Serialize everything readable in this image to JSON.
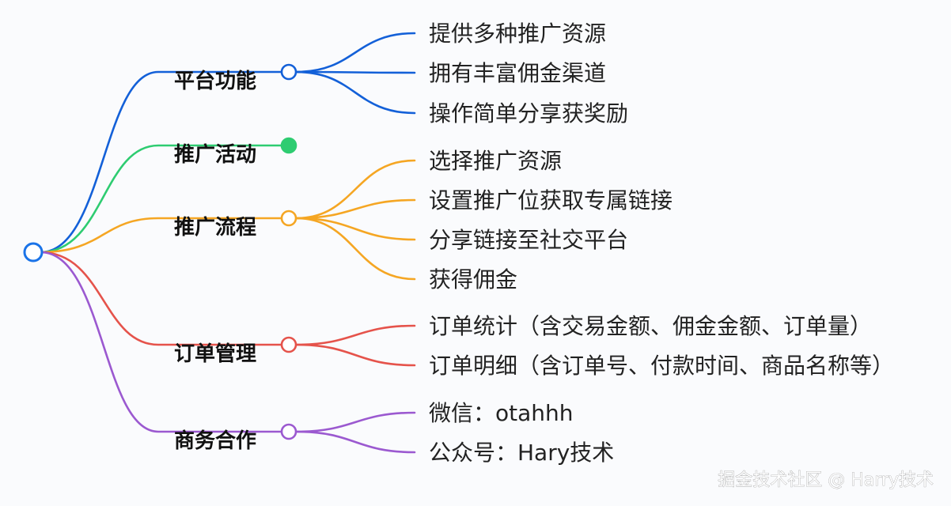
{
  "mindmap": {
    "root": {
      "label": "",
      "color": "#1a73e8"
    },
    "branches": [
      {
        "label": "平台功能",
        "color": "#1360d8",
        "node": "hollow-circle",
        "children": [
          "提供多种推广资源",
          "拥有丰富佣金渠道",
          "操作简单分享获奖励"
        ]
      },
      {
        "label": "推广活动",
        "color": "#2ecc71",
        "node": "filled-circle",
        "children": []
      },
      {
        "label": "推广流程",
        "color": "#f5a623",
        "node": "hollow-circle",
        "children": [
          "选择推广资源",
          "设置推广位获取专属链接",
          "分享链接至社交平台",
          "获得佣金"
        ]
      },
      {
        "label": "订单管理",
        "color": "#e5534b",
        "node": "hollow-circle",
        "children": [
          "订单统计（含交易金额、佣金金额、订单量）",
          "订单明细（含订单号、付款时间、商品名称等）"
        ]
      },
      {
        "label": "商务合作",
        "color": "#9b59d0",
        "node": "hollow-circle",
        "children": [
          "微信：otahhh",
          "公众号：Hary技术"
        ]
      }
    ]
  },
  "watermark": "掘金技术社区 @ Harry技术"
}
